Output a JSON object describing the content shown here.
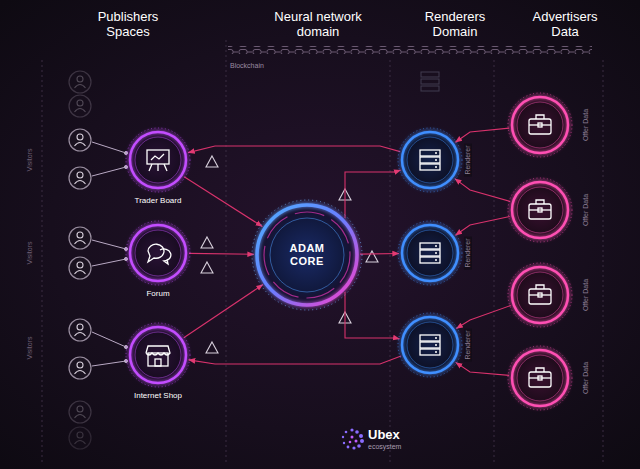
{
  "diagram": {
    "nodes": [
      {
        "text": [
          "Trader Board"
        ]
      },
      {
        "text": [
          "Forum"
        ]
      },
      {
        "text": [
          "Internet Shop"
        ]
      },
      {
        "text": [
          "ADAM CORE"
        ]
      },
      {
        "text": [
          "Renderer"
        ]
      },
      {
        "text": [
          "Renderer"
        ]
      },
      {
        "text": [
          "Renderer"
        ]
      },
      {
        "text": [
          "Offer Data"
        ]
      },
      {
        "text": [
          "Offer Data"
        ]
      },
      {
        "text": [
          "Offer Data"
        ]
      },
      {
        "text": [
          "Offer Data"
        ]
      }
    ],
    "edges": [
      {
        "from": 0,
        "to": 3,
        "arrow": "to"
      },
      {
        "from": 1,
        "to": 3,
        "arrow": "to"
      },
      {
        "from": 2,
        "to": 3,
        "arrow": "to"
      },
      {
        "from": 3,
        "to": 4,
        "arrow": "to"
      },
      {
        "from": 3,
        "to": 5,
        "arrow": "to"
      },
      {
        "from": 3,
        "to": 6,
        "arrow": "to"
      },
      {
        "from": 4,
        "to": 0,
        "arrow": "to"
      },
      {
        "from": 6,
        "to": 2,
        "arrow": "to"
      },
      {
        "from": 7,
        "to": 4,
        "arrow": "to"
      },
      {
        "from": 8,
        "to": 4,
        "arrow": "to"
      },
      {
        "from": 8,
        "to": 5,
        "arrow": "to"
      },
      {
        "from": 9,
        "to": 6,
        "arrow": "to"
      },
      {
        "from": 10,
        "to": 6,
        "arrow": "to"
      }
    ],
    "labels": [
      "Publishers Spaces",
      "Neural network domain",
      "Renderers Domain",
      "Advertisers Data",
      "Blockchain",
      "Visitors",
      "Visitors",
      "Visitors",
      "Ubex",
      "ecosystem"
    ]
  }
}
